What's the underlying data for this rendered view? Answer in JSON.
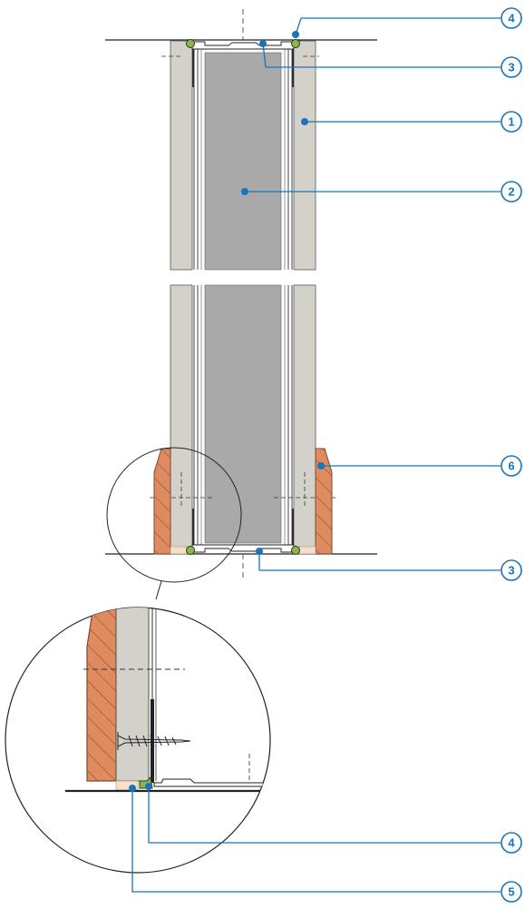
{
  "diagram": {
    "colors": {
      "board": "#d4d1cb",
      "insulation": "#a9a9aa",
      "timber": "#e08a5f",
      "seal": "#88b84a",
      "pad": "#f6dfc4",
      "callout": "#1a74ba",
      "line": "#222222"
    },
    "callouts": [
      {
        "id": "top-sealant",
        "label": "4"
      },
      {
        "id": "top-track",
        "label": "3"
      },
      {
        "id": "board",
        "label": "1"
      },
      {
        "id": "insulation",
        "label": "2"
      },
      {
        "id": "timber-skirting",
        "label": "6"
      },
      {
        "id": "bottom-track",
        "label": "3"
      },
      {
        "id": "detail-sealant",
        "label": "4"
      },
      {
        "id": "detail-pad",
        "label": "5"
      }
    ]
  }
}
